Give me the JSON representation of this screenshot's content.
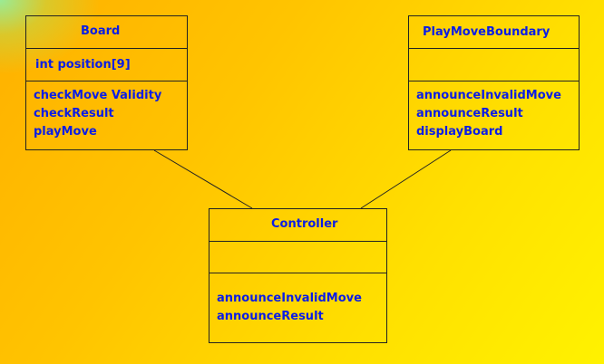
{
  "classes": {
    "board": {
      "name": "Board",
      "attributes": [
        "int position[9]"
      ],
      "operations": [
        "checkMove Validity",
        "checkResult",
        "playMove"
      ]
    },
    "play_move_boundary": {
      "name": "PlayMoveBoundary",
      "attributes": [],
      "operations": [
        "announceInvalidMove",
        "announceResult",
        "displayBoard"
      ]
    },
    "controller": {
      "name": "Controller",
      "attributes": [],
      "operations": [
        "announceInvalidMove",
        "announceResult"
      ]
    }
  },
  "colors": {
    "text": "#0a1de6",
    "border": "#222222",
    "background_start": "#ffb000",
    "background_end": "#fff200"
  }
}
